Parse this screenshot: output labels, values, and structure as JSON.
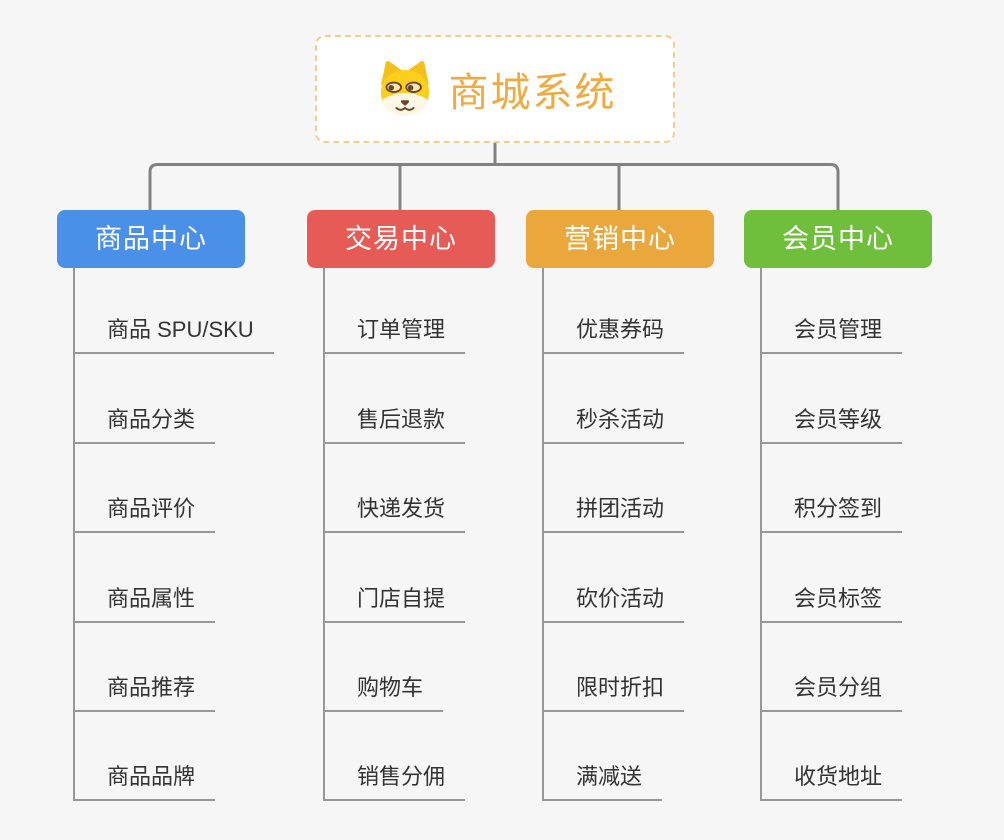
{
  "root": {
    "title": "商城系统",
    "icon": "dog-face-icon",
    "text_color": "#efab3f",
    "border_color": "#f3cd8b"
  },
  "branches": [
    {
      "label": "商品中心",
      "color": "#4b90e8",
      "items": [
        "商品 SPU/SKU",
        "商品分类",
        "商品评价",
        "商品属性",
        "商品推荐",
        "商品品牌"
      ]
    },
    {
      "label": "交易中心",
      "color": "#e65b55",
      "items": [
        "订单管理",
        "售后退款",
        "快递发货",
        "门店自提",
        "购物车",
        "销售分佣"
      ]
    },
    {
      "label": "营销中心",
      "color": "#eaa73c",
      "items": [
        "优惠券码",
        "秒杀活动",
        "拼团活动",
        "砍价活动",
        "限时折扣",
        "满减送"
      ]
    },
    {
      "label": "会员中心",
      "color": "#6fbf3c",
      "items": [
        "会员管理",
        "会员等级",
        "积分签到",
        "会员标签",
        "会员分组",
        "收货地址"
      ]
    }
  ],
  "style": {
    "background": "#f6f6f6",
    "main_connector_color": "#828282",
    "child_connector_color": "#979797",
    "leaf_text_color": "#333333"
  }
}
